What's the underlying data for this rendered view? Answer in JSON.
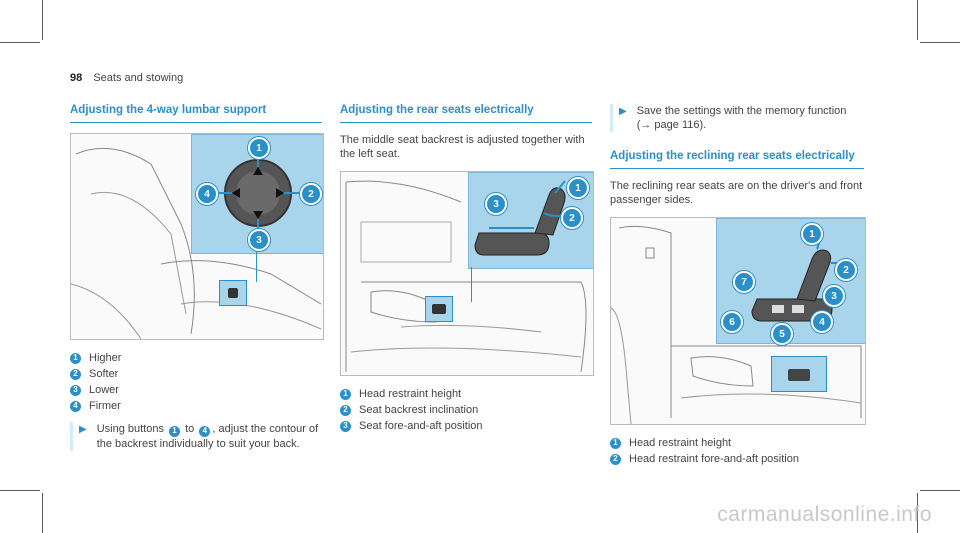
{
  "header": {
    "page_number": "98",
    "section": "Seats and stowing"
  },
  "col1": {
    "title": "Adjusting the 4-way lumbar support",
    "callouts": [
      "1",
      "2",
      "3",
      "4"
    ],
    "legend": [
      {
        "num": "1",
        "text": "Higher"
      },
      {
        "num": "2",
        "text": "Softer"
      },
      {
        "num": "3",
        "text": "Lower"
      },
      {
        "num": "4",
        "text": "Firmer"
      }
    ],
    "step": {
      "a": "Using buttons",
      "b1": "1",
      "c": "to",
      "b2": "4",
      "d": ", adjust the contour of the backrest individually to suit your back."
    }
  },
  "col2": {
    "title": "Adjusting the rear seats electrically",
    "intro": "The middle seat backrest is adjusted together with the left seat.",
    "callouts": [
      "1",
      "2",
      "3"
    ],
    "legend": [
      {
        "num": "1",
        "text": "Head restraint height"
      },
      {
        "num": "2",
        "text": "Seat backrest inclination"
      },
      {
        "num": "3",
        "text": "Seat fore-and-aft position"
      }
    ]
  },
  "col3": {
    "step": "Save the settings with the memory function (→ page 116).",
    "title": "Adjusting the reclining rear seats electrically",
    "intro": "The reclining rear seats are on the driver's and front passenger sides.",
    "callouts": [
      "1",
      "2",
      "3",
      "4",
      "5",
      "6",
      "7"
    ],
    "legend": [
      {
        "num": "1",
        "text": "Head restraint height"
      },
      {
        "num": "2",
        "text": "Head restraint fore-and-aft position"
      }
    ]
  },
  "icons": {
    "step": "arrow-right-icon"
  },
  "colors": {
    "accent": "#2b8fc9",
    "inset": "#a8d4ec"
  },
  "watermark": "carmanualsonline.info"
}
